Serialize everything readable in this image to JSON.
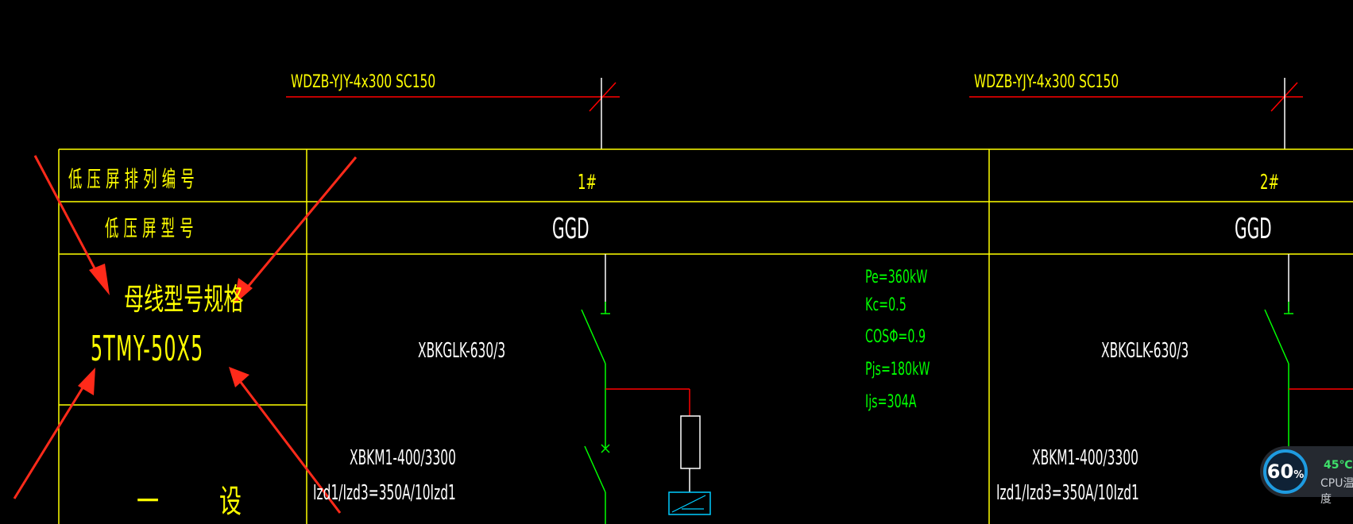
{
  "cables": [
    {
      "label": "WDZB-YJY-4x300 SC150"
    },
    {
      "label": "WDZB-YJY-4x300 SC150"
    }
  ],
  "table": {
    "row_headers": {
      "arrangement_no": "低压屏排列编号",
      "panel_model": "低压屏型号"
    },
    "busbar": {
      "title": "母线型号规格",
      "spec": "5TMY-50X5"
    },
    "bottom_left": {
      "char1": "一",
      "char2": "设"
    },
    "panels": [
      {
        "number": "1#",
        "type": "GGD",
        "main_switch": "XBKGLK-630/3",
        "breaker": "XBKM1-400/3300",
        "setting": "Izd1/Izd3=350A/10Izd1",
        "calc": [
          "Pe=360kW",
          "Kc=0.5",
          "COSΦ=0.9",
          "Pjs=180kW",
          "Ijs=304A"
        ]
      },
      {
        "number": "2#",
        "type": "GGD",
        "main_switch": "XBKGLK-630/3",
        "breaker": "XBKM1-400/3300",
        "setting": "Izd1/Izd3=350A/10Izd1"
      }
    ]
  },
  "cpu_widget": {
    "percent_value": "60",
    "percent_sign": "%",
    "temperature": "45℃",
    "label": "CPU温度"
  },
  "colors": {
    "table_lines": "#ffff00",
    "cable_lines": "#ff0000",
    "switch_lines": "#00ff00",
    "annotation_arrows": "#ff2a1a",
    "background": "#000000"
  }
}
